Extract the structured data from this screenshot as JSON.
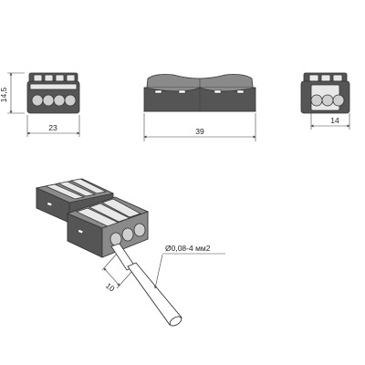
{
  "dimensions": {
    "height": "14,5",
    "front_width": "23",
    "top_length": "39",
    "side_width": "14",
    "strip_length": "10",
    "wire_range": "Ø0,08-4 мм2"
  }
}
